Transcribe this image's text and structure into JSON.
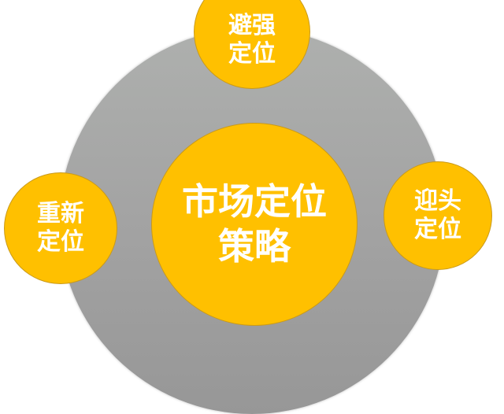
{
  "diagram": {
    "title": "市场定位策略",
    "center": {
      "line1": "市场定位",
      "line2": "策略"
    },
    "nodes": [
      {
        "position": "top",
        "line1": "避强",
        "line2": "定位"
      },
      {
        "position": "left",
        "line1": "重新",
        "line2": "定位"
      },
      {
        "position": "right",
        "line1": "迎头",
        "line2": "定位"
      }
    ],
    "colors": {
      "node_fill": "#ffc000",
      "node_border": "#c99a1a",
      "ring_fill_top": "#aeb0ae",
      "ring_fill_bottom": "#979797",
      "text": "#ffffff",
      "background": "#ffffff"
    }
  }
}
